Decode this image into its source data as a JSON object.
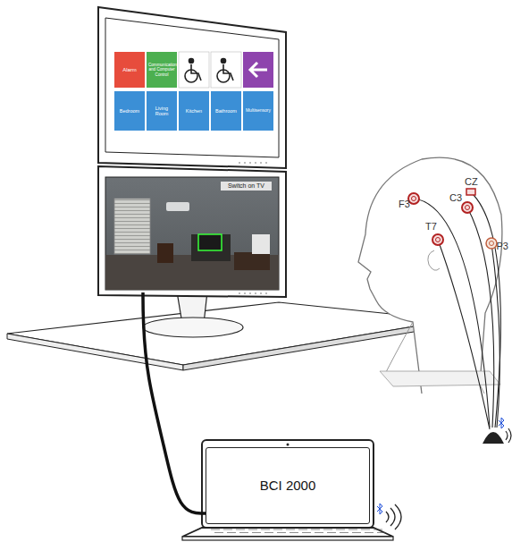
{
  "diagram": {
    "nodes": [
      {
        "text": [
          "Alarm"
        ]
      },
      {
        "text": [
          "Communication and Computer Control"
        ]
      },
      {
        "text": [
          "Bedroom"
        ]
      },
      {
        "text": [
          "Living Room"
        ]
      },
      {
        "text": [
          "Kitchen"
        ]
      },
      {
        "text": [
          "Bathroom"
        ]
      },
      {
        "text": [
          "Multisensory"
        ]
      },
      {
        "text": [
          "Switch on TV"
        ]
      },
      {
        "text": [
          "BCI 2000"
        ]
      }
    ],
    "edges": [
      {
        "from": 7,
        "to": 8,
        "arrow": "none"
      }
    ],
    "labels": [
      "F3",
      "CZ",
      "C3",
      "T7",
      "P3"
    ]
  }
}
